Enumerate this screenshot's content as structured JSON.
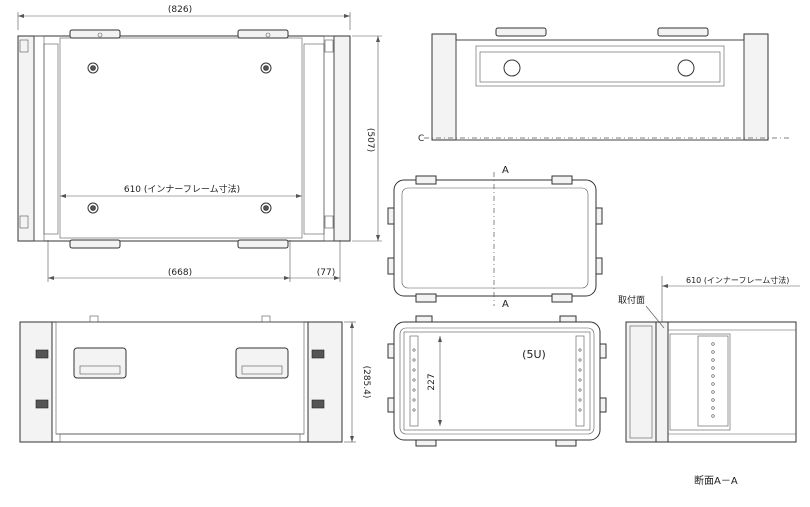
{
  "dimensions": {
    "top_width": "(826)",
    "top_height": "(507)",
    "inner_frame_label": "610 (インナーフレーム寸法)",
    "bottom_left": "(668)",
    "bottom_right": "(77)",
    "front_height": "(285.4)",
    "inner_height": "227",
    "rack_units": "(5U)",
    "section_inner_frame": "610 (インナーフレーム寸法)"
  },
  "labels": {
    "section_mark_top": "A",
    "section_mark_bottom": "A",
    "center_mark": "C",
    "mounting_surface": "取付面",
    "section_title": "断面A－A"
  }
}
